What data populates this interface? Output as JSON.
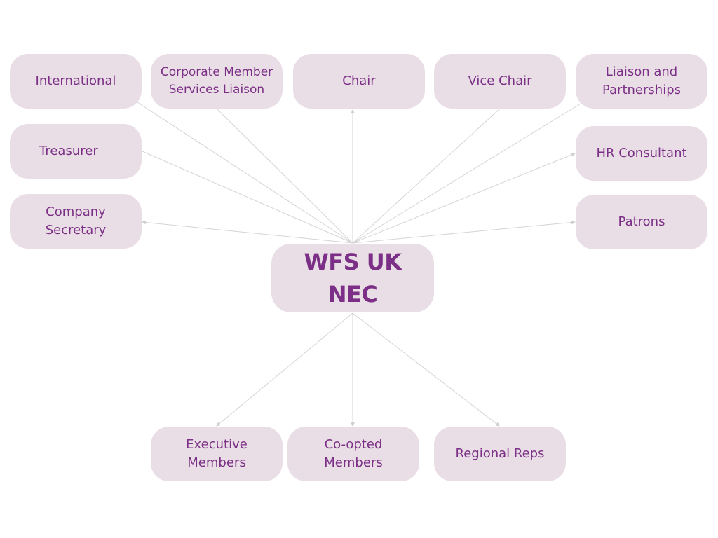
{
  "diagram": {
    "center": {
      "label": "WFS UK NEC"
    },
    "nodes": {
      "international": {
        "label": "International"
      },
      "corporate_liaison": {
        "label": "Corporate Member\nServices Liaison"
      },
      "chair": {
        "label": "Chair"
      },
      "vice_chair": {
        "label": "Vice Chair"
      },
      "liaison_partnerships": {
        "label": "Liaison and\nPartnerships"
      },
      "treasurer": {
        "label": "Treasurer"
      },
      "hr_consultant": {
        "label": "HR Consultant"
      },
      "company_secretary": {
        "label": "Company\nSecretary"
      },
      "patrons": {
        "label": "Patrons"
      },
      "executive_members": {
        "label": "Executive\nMembers"
      },
      "co_opted_members": {
        "label": "Co-opted\nMembers"
      },
      "regional_reps": {
        "label": "Regional Reps"
      }
    },
    "colors": {
      "node_fill": "#e9dee5",
      "text": "#7b2f86",
      "connector": "#d4d4d4"
    }
  }
}
